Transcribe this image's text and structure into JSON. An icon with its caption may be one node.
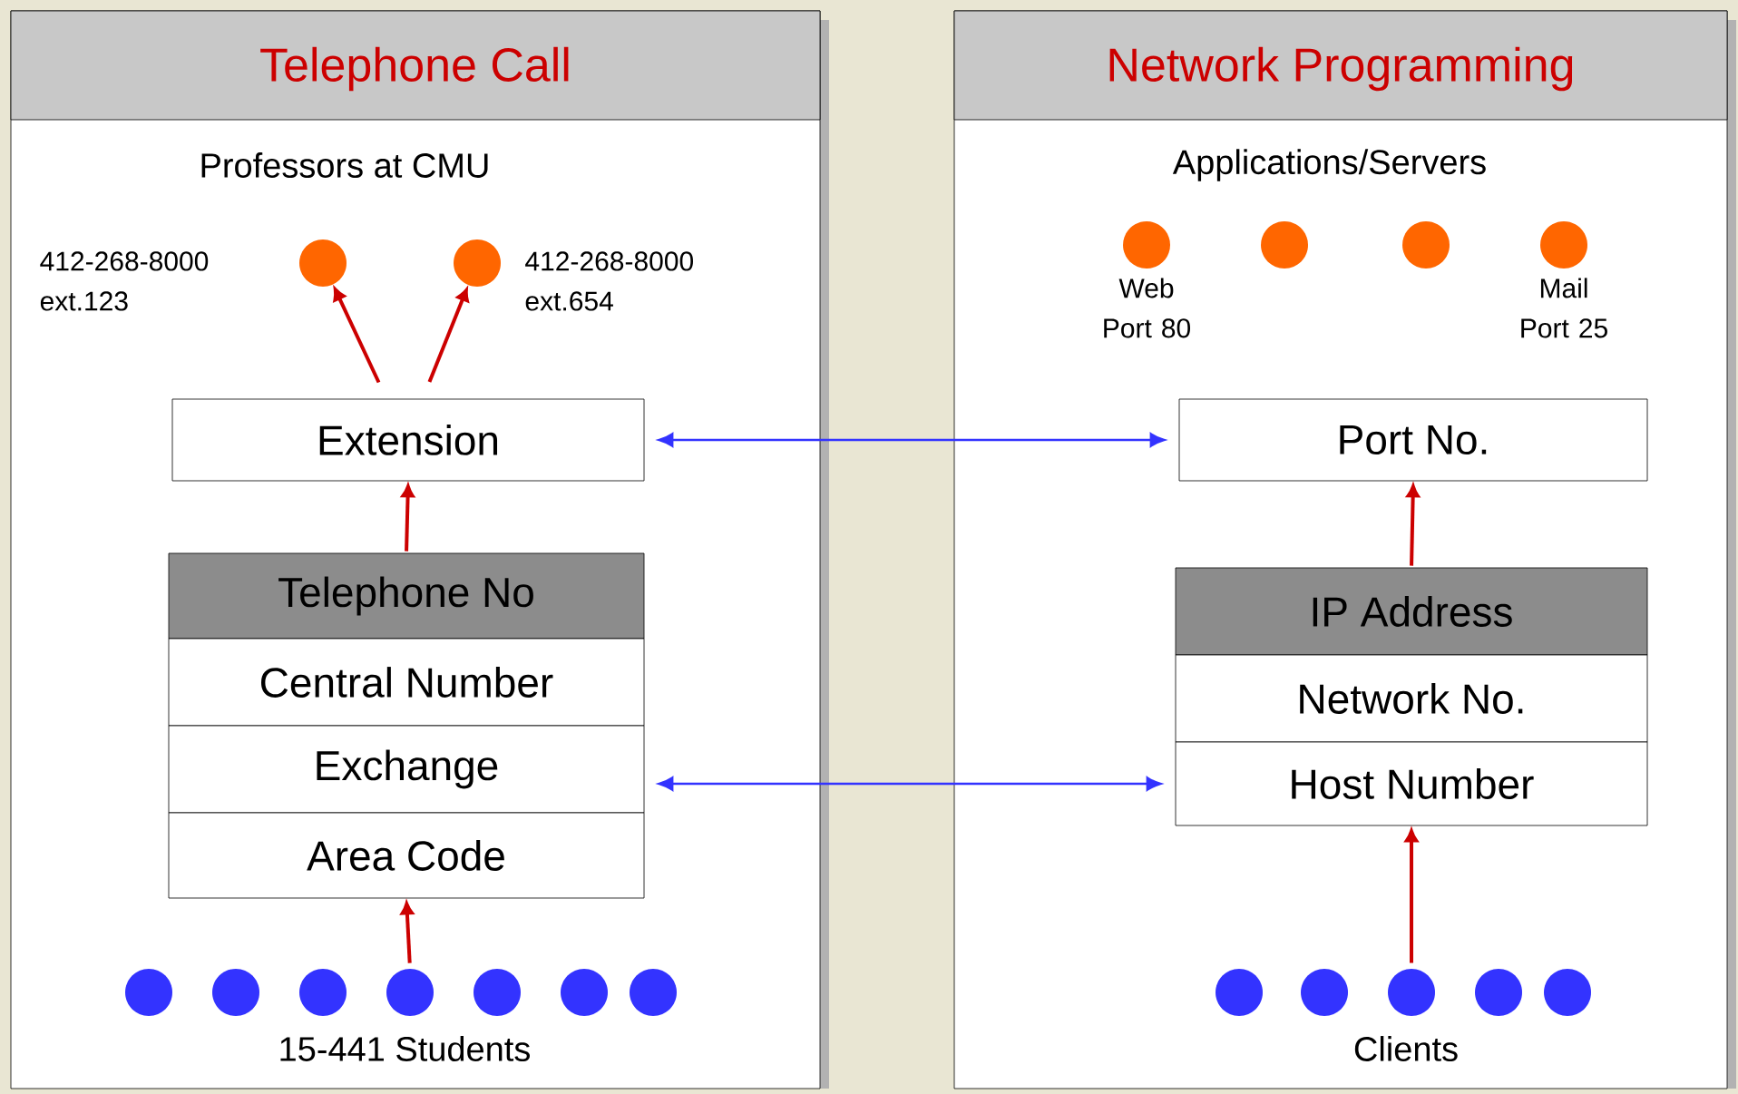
{
  "diagram": {
    "nodes": [
      {
        "text": [
          "Telephone Call"
        ]
      },
      {
        "text": [],
        "shape": "circle",
        "in": 0,
        "beside": [
          "412-268-8000 ext.123"
        ]
      },
      {
        "text": [],
        "shape": "circle",
        "in": 0,
        "beside": [
          "412-268-8000 ext.654"
        ]
      },
      {
        "text": [
          "Extension"
        ],
        "in": 0
      },
      {
        "text": [
          "Telephone No"
        ],
        "in": 0
      },
      {
        "text": [
          "Central Number"
        ],
        "in": 0
      },
      {
        "text": [
          "Exchange"
        ],
        "in": 0
      },
      {
        "text": [
          "Area Code"
        ],
        "in": 0
      },
      {
        "text": [],
        "shape": "circle",
        "in": 0
      },
      {
        "text": [],
        "shape": "circle",
        "in": 0
      },
      {
        "text": [],
        "shape": "circle",
        "in": 0
      },
      {
        "text": [],
        "shape": "circle",
        "in": 0
      },
      {
        "text": [],
        "shape": "circle",
        "in": 0
      },
      {
        "text": [],
        "shape": "circle",
        "in": 0
      },
      {
        "text": [],
        "shape": "circle",
        "in": 0
      },
      {
        "text": [
          "Network Programming"
        ]
      },
      {
        "text": [],
        "shape": "circle",
        "in": 15,
        "beside": [
          "Web Port 80"
        ]
      },
      {
        "text": [],
        "shape": "circle",
        "in": 15
      },
      {
        "text": [],
        "shape": "circle",
        "in": 15
      },
      {
        "text": [],
        "shape": "circle",
        "in": 15,
        "beside": [
          "Mail Port 25"
        ]
      },
      {
        "text": [
          "Port No."
        ],
        "in": 15
      },
      {
        "text": [
          "IP Address"
        ],
        "in": 15
      },
      {
        "text": [
          "Network No."
        ],
        "in": 15
      },
      {
        "text": [
          "Host Number"
        ],
        "in": 15
      },
      {
        "text": [],
        "shape": "circle",
        "in": 15
      },
      {
        "text": [],
        "shape": "circle",
        "in": 15
      },
      {
        "text": [],
        "shape": "circle",
        "in": 15
      },
      {
        "text": [],
        "shape": "circle",
        "in": 15
      },
      {
        "text": [],
        "shape": "circle",
        "in": 15
      }
    ],
    "edges": [
      {
        "from": 3,
        "to": 1,
        "arrow": "to"
      },
      {
        "from": 3,
        "to": 2,
        "arrow": "to"
      },
      {
        "from": 4,
        "to": 3,
        "arrow": "to"
      },
      {
        "from": 11,
        "to": 7,
        "arrow": "to"
      },
      {
        "from": 21,
        "to": 20,
        "arrow": "to"
      },
      {
        "from": 26,
        "to": 23,
        "arrow": "to"
      },
      {
        "from": 3,
        "to": 20,
        "arrow": "both",
        "color": "#3333ff"
      },
      {
        "from": 6,
        "to": 23,
        "arrow": "both",
        "color": "#3333ff"
      }
    ],
    "labels": [
      "Professors at CMU",
      "15-441 Students",
      "Applications/Servers",
      "Clients"
    ]
  }
}
